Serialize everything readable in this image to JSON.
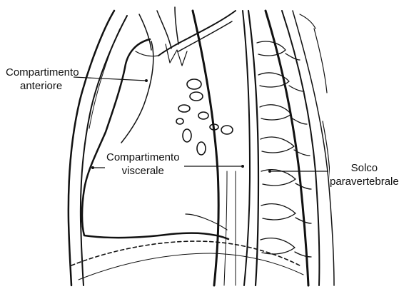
{
  "labels": {
    "anterior": [
      "Compartimento",
      "anteriore"
    ],
    "visceral": [
      "Compartimento",
      "viscerale"
    ],
    "paravertebral": [
      "Solco",
      "paravertebrale"
    ]
  },
  "colors": {
    "ink": "#111111",
    "background": "#ffffff"
  }
}
